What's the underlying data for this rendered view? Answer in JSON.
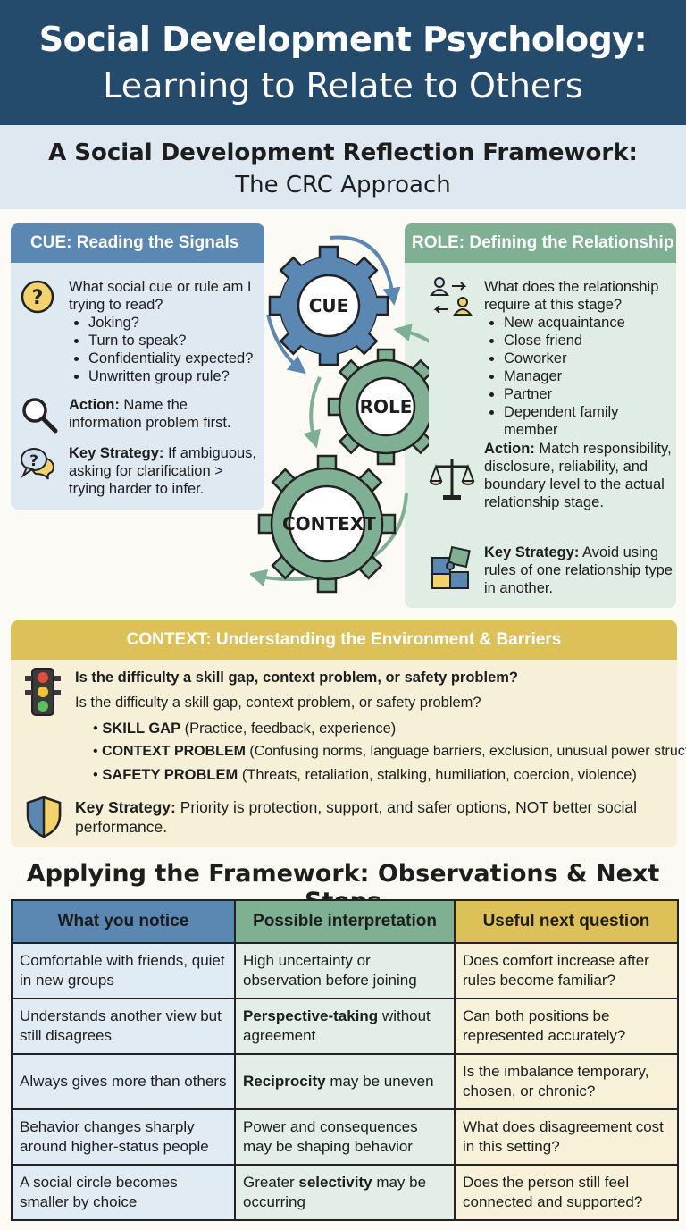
{
  "header": {
    "title_line1": "Social Development Psychology:",
    "title_line2": "Learning to Relate to Others"
  },
  "framework": {
    "title_line1": "A Social Development Reflection Framework:",
    "title_line2": "The CRC Approach"
  },
  "gears": {
    "cue": "CUE",
    "role": "ROLE",
    "context": "CONTEXT"
  },
  "cue": {
    "heading": "CUE: Reading the Signals",
    "question": "What social cue or rule am I trying to read?",
    "bullets": [
      "Joking?",
      "Turn to speak?",
      "Confidentiality expected?",
      "Unwritten group rule?"
    ],
    "action_label": "Action:",
    "action_text": " Name the information problem first.",
    "strategy_label": "Key Strategy:",
    "strategy_text": " If ambiguous, asking for clarification > trying harder to infer.",
    "icons": [
      "question-circle-icon",
      "magnifier-icon",
      "speech-bubbles-icon"
    ]
  },
  "role": {
    "heading": "ROLE: Defining the Relationship",
    "question": "What does the relationship require at this stage?",
    "bullets": [
      "New acquaintance",
      "Close friend",
      "Coworker",
      "Manager",
      "Partner",
      "Dependent family member"
    ],
    "action_label": "Action:",
    "action_text": " Match responsibility, disclosure, reliability, and boundary level to the actual relationship stage.",
    "strategy_label": "Key Strategy:",
    "strategy_text": " Avoid using rules of one relationship type in another.",
    "icons": [
      "people-swap-icon",
      "balance-scale-icon",
      "puzzle-icon"
    ]
  },
  "context": {
    "heading": "CONTEXT: Understanding the Environment & Barriers",
    "question_bold": "Is the difficulty a skill gap, context problem, or safety problem?",
    "question": "Is the difficulty a skill gap, context problem, or safety problem?",
    "items": [
      {
        "label": "SKILL GAP",
        "text": " (Practice, feedback, experience)"
      },
      {
        "label": "CONTEXT PROBLEM",
        "text": " (Confusing norms, language barriers, exclusion, unusual power structure)"
      },
      {
        "label": "SAFETY PROBLEM",
        "text": " (Threats, retaliation, stalking, humiliation, coercion, violence)"
      }
    ],
    "strategy_label": "Key Strategy:",
    "strategy_text": " Priority is protection, support, and safer options, NOT better social performance.",
    "icons": [
      "traffic-light-icon",
      "shield-icon"
    ]
  },
  "apply_title": "Applying the Framework: Observations & Next Steps",
  "table": {
    "headers": [
      "What you notice",
      "Possible interpretation",
      "Useful next question"
    ],
    "rows": [
      {
        "notice": "Comfortable with friends, quiet in new groups",
        "interp_pre": "",
        "interp_bold": "",
        "interp_post": "High uncertainty or observation before joining",
        "question": "Does comfort increase after rules become familiar?"
      },
      {
        "notice": "Understands another view but still disagrees",
        "interp_pre": "",
        "interp_bold": "Perspective-taking",
        "interp_post": " without agreement",
        "question": "Can both positions be represented accurately?"
      },
      {
        "notice": "Always gives more than others",
        "interp_pre": "",
        "interp_bold": "Reciprocity",
        "interp_post": " may be uneven",
        "question": "Is the imbalance temporary, chosen, or chronic?"
      },
      {
        "notice": "Behavior changes sharply around higher-status people",
        "interp_pre": "",
        "interp_bold": "",
        "interp_post": "Power and consequences may be shaping behavior",
        "question": "What does disagreement cost in this setting?"
      },
      {
        "notice": "A social circle becomes smaller by choice",
        "interp_pre": "Greater ",
        "interp_bold": "selectivity",
        "interp_post": " may be occurring",
        "question": "Does the person still feel connected and supported?"
      }
    ]
  },
  "colors": {
    "navy": "#244a6c",
    "blue": "#5b88b3",
    "green": "#7fb094",
    "gold": "#dcc159"
  }
}
